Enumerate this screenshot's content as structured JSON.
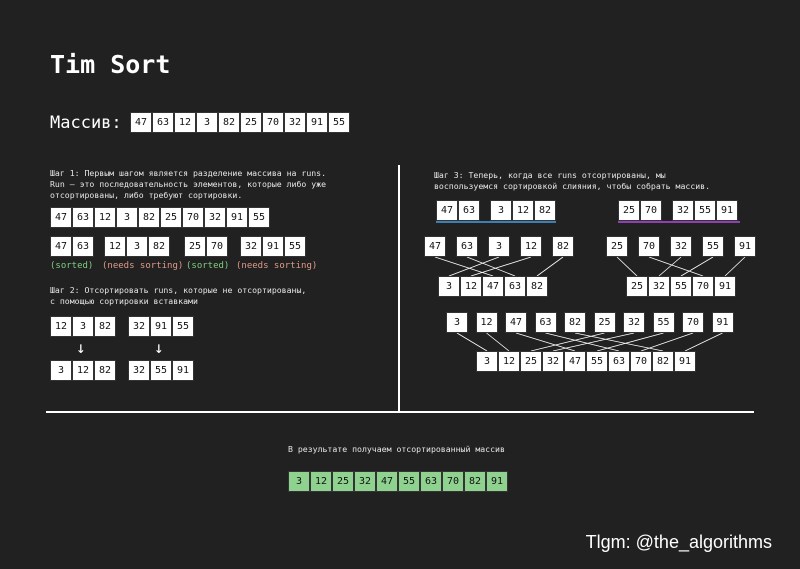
{
  "title": "Tim Sort",
  "array_label": "Массив:",
  "array": [
    "47",
    "63",
    "12",
    "3",
    "82",
    "25",
    "70",
    "32",
    "91",
    "55"
  ],
  "step1": {
    "text": "Шаг 1: Первым шагом является разделение массива на runs.\nRun — это последовательность элементов, которые либо уже\nотсортированы, либо требуют сортировки.",
    "row": [
      "47",
      "63",
      "12",
      "3",
      "82",
      "25",
      "70",
      "32",
      "91",
      "55"
    ],
    "runs": [
      {
        "cells": [
          "47",
          "63"
        ],
        "tag": "(sorted)"
      },
      {
        "cells": [
          "12",
          "3",
          "82"
        ],
        "tag": "(needs sorting)"
      },
      {
        "cells": [
          "25",
          "70"
        ],
        "tag": "(sorted)"
      },
      {
        "cells": [
          "32",
          "91",
          "55"
        ],
        "tag": "(needs sorting)"
      }
    ]
  },
  "step2": {
    "text": "Шаг 2: Отсортировать runs, которые не отсортированы,\nс помощью сортировки вставками",
    "arrow": "↓",
    "before": [
      [
        "12",
        "3",
        "82"
      ],
      [
        "32",
        "91",
        "55"
      ]
    ],
    "after": [
      [
        "3",
        "12",
        "82"
      ],
      [
        "32",
        "55",
        "91"
      ]
    ]
  },
  "step3": {
    "text": "Шаг 3: Теперь, когда все runs отсортированы, мы\nвоспользуемся сортировкой слияния, чтобы собрать массив.",
    "groupA": [
      [
        "47",
        "63"
      ],
      [
        "3",
        "12",
        "82"
      ]
    ],
    "groupB": [
      [
        "25",
        "70"
      ],
      [
        "32",
        "55",
        "91"
      ]
    ],
    "groupA_split": [
      "47",
      "63",
      "3",
      "12",
      "82"
    ],
    "groupB_split": [
      "25",
      "70",
      "32",
      "55",
      "91"
    ],
    "groupA_merged": [
      "3",
      "12",
      "47",
      "63",
      "82"
    ],
    "groupB_merged": [
      "25",
      "32",
      "55",
      "70",
      "91"
    ],
    "combined": [
      "3",
      "12",
      "47",
      "63",
      "82",
      "25",
      "32",
      "55",
      "70",
      "91"
    ],
    "final": [
      "3",
      "12",
      "25",
      "32",
      "47",
      "55",
      "63",
      "70",
      "82",
      "91"
    ],
    "underline_colors": [
      "#3b7fb5",
      "#8e3fb0"
    ]
  },
  "result": {
    "text": "В результате получаем отсортированный массив",
    "cells": [
      "3",
      "12",
      "25",
      "32",
      "47",
      "55",
      "63",
      "70",
      "82",
      "91"
    ]
  },
  "credit": "Tlgm: @the_algorithms"
}
